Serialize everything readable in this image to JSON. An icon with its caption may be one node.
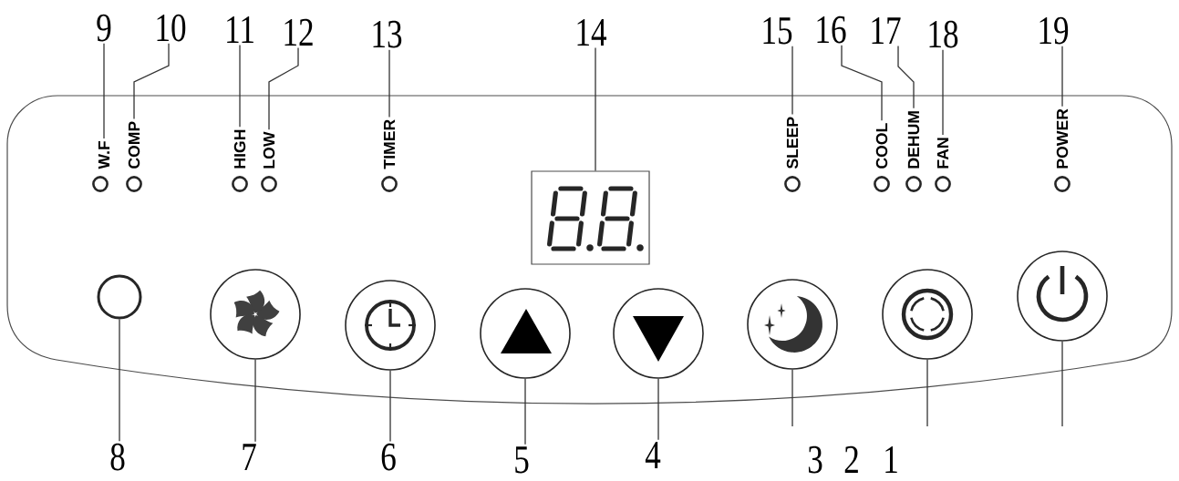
{
  "diagram": {
    "nodes": [
      {
        "text": [
          "9"
        ]
      },
      {
        "text": [
          "10"
        ]
      },
      {
        "text": [
          "11"
        ]
      },
      {
        "text": [
          "12"
        ]
      },
      {
        "text": [
          "13"
        ]
      },
      {
        "text": [
          "14"
        ]
      },
      {
        "text": [
          "15"
        ]
      },
      {
        "text": [
          "16"
        ]
      },
      {
        "text": [
          "17"
        ]
      },
      {
        "text": [
          "18"
        ]
      },
      {
        "text": [
          "19"
        ]
      },
      {
        "text": [],
        "shape": "box"
      },
      {
        "text": [
          "W.F"
        ],
        "in": 11
      },
      {
        "text": [
          "COMP"
        ],
        "in": 11
      },
      {
        "text": [
          "HIGH"
        ],
        "in": 11
      },
      {
        "text": [
          "LOW"
        ],
        "in": 11
      },
      {
        "text": [
          "TIMER"
        ],
        "in": 11
      },
      {
        "text": [
          "SLEEP"
        ],
        "in": 11
      },
      {
        "text": [
          "COOL"
        ],
        "in": 11
      },
      {
        "text": [
          "DEHUM"
        ],
        "in": 11
      },
      {
        "text": [
          "FAN"
        ],
        "in": 11
      },
      {
        "text": [
          "POWER"
        ],
        "in": 11
      },
      {
        "text": [],
        "shape": "box",
        "in": 11
      },
      {
        "text": [],
        "shape": "circle",
        "in": 11
      },
      {
        "text": [],
        "shape": "circle",
        "in": 11
      },
      {
        "text": [],
        "shape": "circle",
        "in": 11
      },
      {
        "text": [],
        "shape": "circle",
        "in": 11
      },
      {
        "text": [],
        "shape": "circle",
        "in": 11
      },
      {
        "text": [],
        "shape": "circle",
        "in": 11
      },
      {
        "text": [],
        "shape": "circle",
        "in": 11
      },
      {
        "text": [],
        "shape": "circle",
        "in": 11
      },
      {
        "text": [
          "8"
        ]
      },
      {
        "text": [
          "7"
        ]
      },
      {
        "text": [
          "6"
        ]
      },
      {
        "text": [
          "5"
        ]
      },
      {
        "text": [
          "4"
        ]
      }
    ],
    "edges": [
      {
        "from": 0,
        "to": 12,
        "arrow": "none"
      },
      {
        "from": 1,
        "to": 13,
        "arrow": "none"
      },
      {
        "from": 2,
        "to": 14,
        "arrow": "none"
      },
      {
        "from": 3,
        "to": 15,
        "arrow": "none"
      },
      {
        "from": 4,
        "to": 16,
        "arrow": "none"
      },
      {
        "from": 5,
        "to": 22,
        "arrow": "none"
      },
      {
        "from": 6,
        "to": 17,
        "arrow": "none"
      },
      {
        "from": 7,
        "to": 18,
        "arrow": "none"
      },
      {
        "from": 8,
        "to": 19,
        "arrow": "none"
      },
      {
        "from": 9,
        "to": 20,
        "arrow": "none"
      },
      {
        "from": 10,
        "to": 21,
        "arrow": "none"
      },
      {
        "from": 31,
        "to": 23,
        "arrow": "none"
      },
      {
        "from": 32,
        "to": 24,
        "arrow": "none"
      },
      {
        "from": 33,
        "to": 25,
        "arrow": "none"
      },
      {
        "from": 34,
        "to": 26,
        "arrow": "none"
      },
      {
        "from": 35,
        "to": 27,
        "arrow": "none"
      },
      {
        "from": null,
        "to": 28,
        "arrow": "none"
      },
      {
        "from": null,
        "to": 29,
        "arrow": "none"
      },
      {
        "from": null,
        "to": 30,
        "arrow": "none"
      }
    ],
    "labels": [
      "3",
      "2",
      "1"
    ]
  }
}
